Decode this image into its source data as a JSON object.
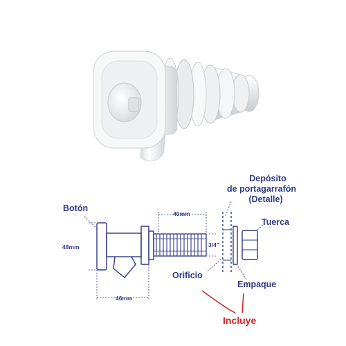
{
  "colors": {
    "line": "#2e3a86",
    "accent": "#d42727",
    "product": "#f2f3f4"
  },
  "product_photo": {
    "icon": "faucet-photo"
  },
  "labels": {
    "deposito_line1": "Depósito",
    "deposito_line2": "de portagarrafón",
    "deposito_line3": "(Detalle)",
    "boton": "Botón",
    "tuerca": "Tuerca",
    "orificio": "Orificio",
    "empaque": "Empaque",
    "incluye": "Incluye"
  },
  "dimensions": {
    "height": "48mm",
    "thread_length": "40mm",
    "total_length": "46mm",
    "thread_size": "3/4\""
  }
}
